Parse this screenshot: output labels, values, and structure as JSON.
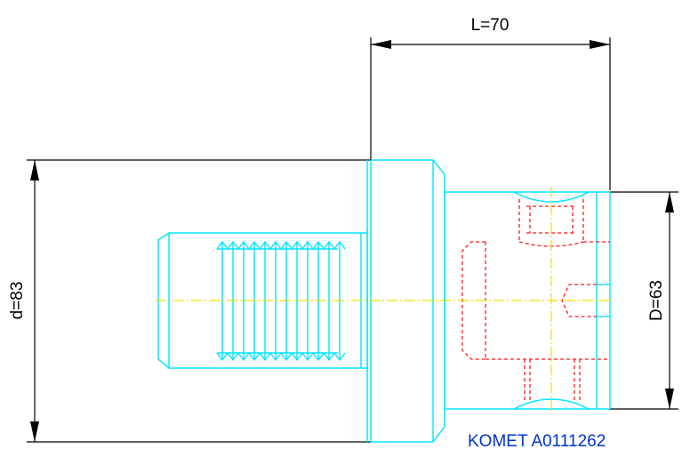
{
  "dimensions": {
    "length_label": "L=70",
    "outer_diameter_label": "d=83",
    "shank_diameter_label": "D=63"
  },
  "brand_label": "KOMET A0111262",
  "colors": {
    "outline": "#00e5ff",
    "hidden_lines": "#ff1a1a",
    "centerline": "#f2e000",
    "dimension_lines": "#000000",
    "brand_text": "#0033cc"
  }
}
